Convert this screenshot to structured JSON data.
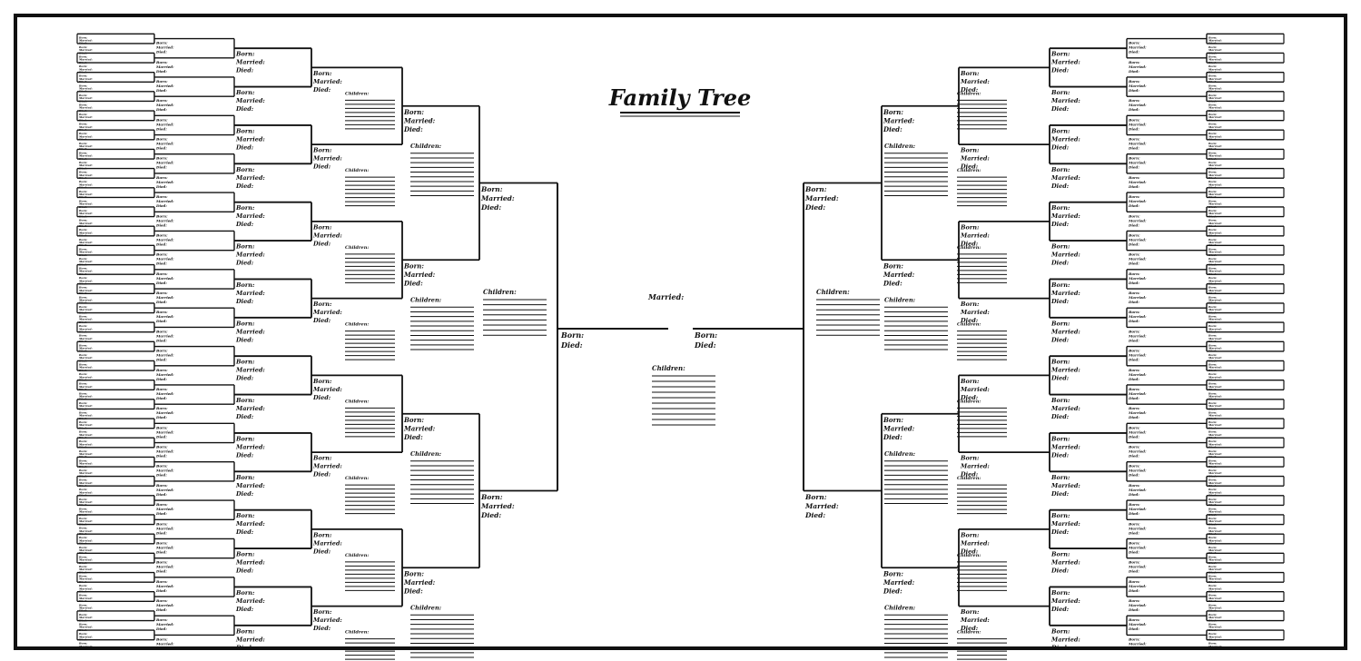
{
  "title": "Family Tree",
  "labels": {
    "born": "Born:",
    "married": "Married:",
    "died": "Died:",
    "children": "Children:"
  },
  "center": {
    "married_label": "Married:"
  }
}
